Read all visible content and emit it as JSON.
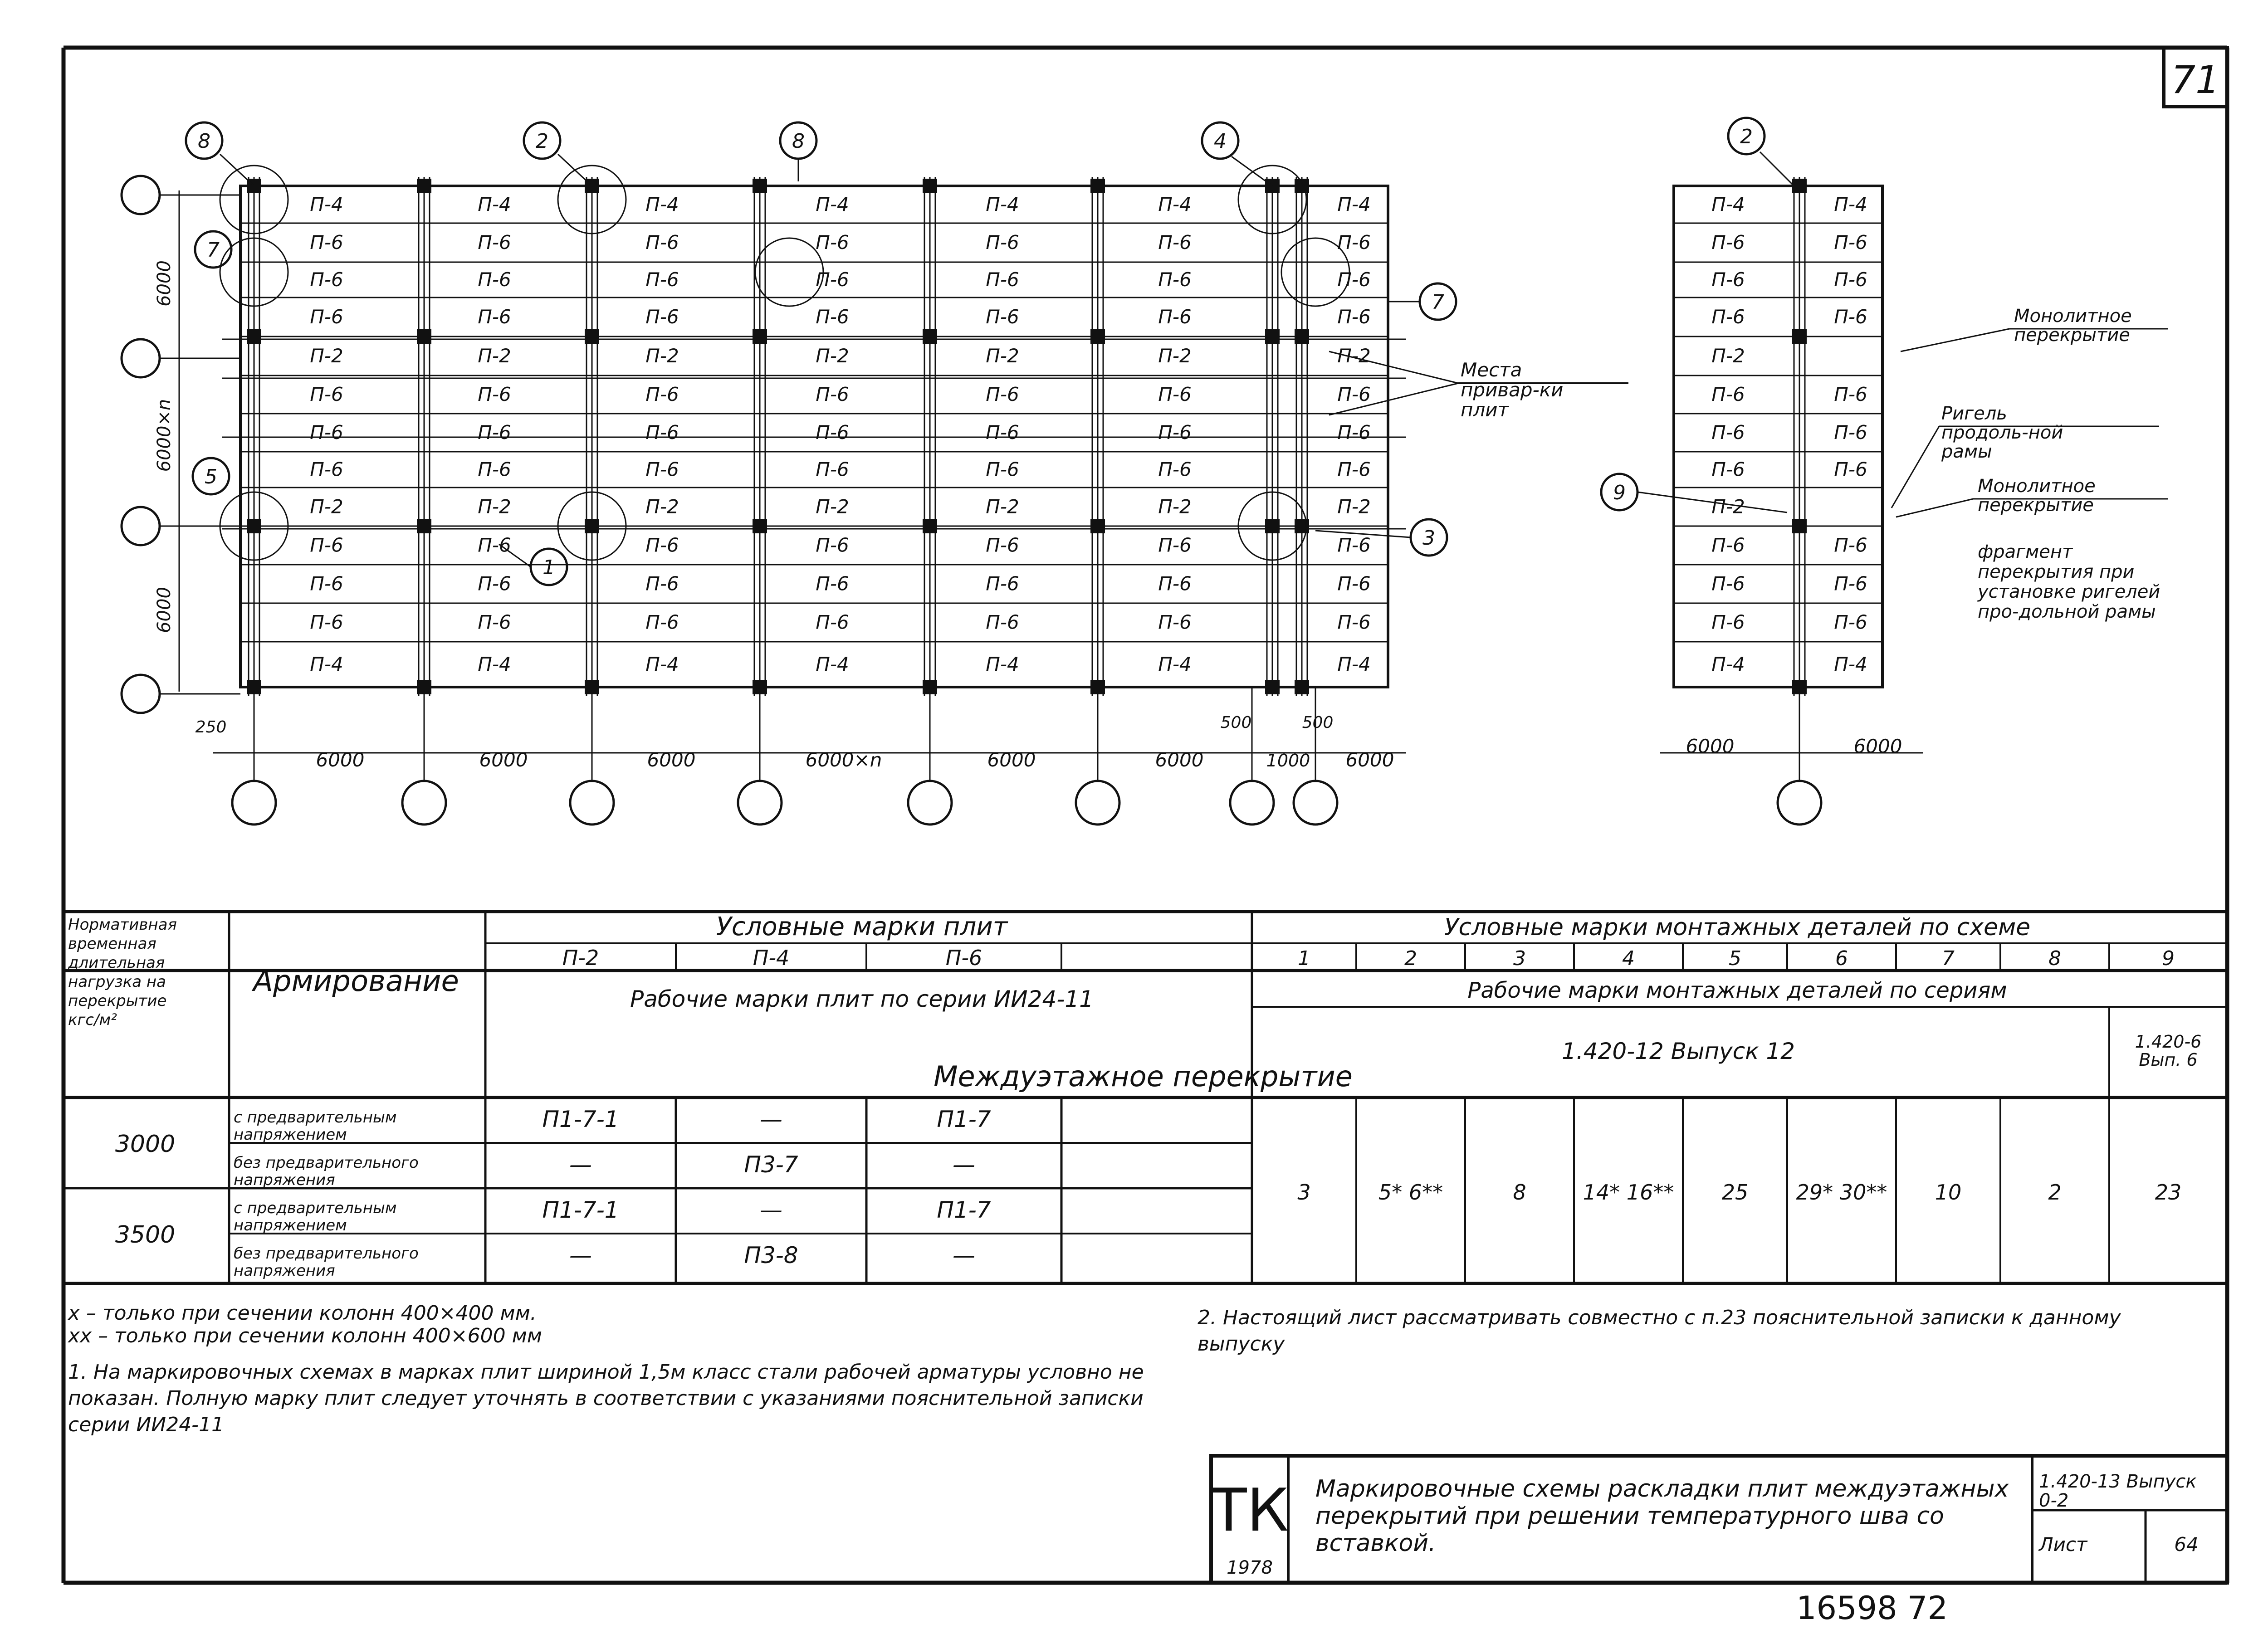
{
  "sheet": {
    "page_number": "71",
    "stamp_numbers": "16598   72",
    "monogram": "ТК",
    "year": "1978"
  },
  "plan": {
    "main_callouts": [
      "8",
      "2",
      "8",
      "4"
    ],
    "side_callouts": [
      "7",
      "7",
      "5",
      "1",
      "3",
      "9"
    ],
    "rows": [
      [
        "П-4",
        "П-4",
        "П-4",
        "П-4",
        "П-4",
        "П-4",
        "П-4"
      ],
      [
        "П-6",
        "П-6",
        "П-6",
        "П-6",
        "П-6",
        "П-6",
        "П-6"
      ],
      [
        "П-6",
        "П-6",
        "П-6",
        "П-6",
        "П-6",
        "П-6",
        "П-6"
      ],
      [
        "П-6",
        "П-6",
        "П-6",
        "П-6",
        "П-6",
        "П-6",
        "П-6"
      ],
      [
        "П-2",
        "П-2",
        "П-2",
        "П-2",
        "П-2",
        "П-2",
        "П-2"
      ],
      [
        "П-6",
        "П-6",
        "П-6",
        "П-6",
        "П-6",
        "П-6",
        "П-6"
      ],
      [
        "П-6",
        "П-6",
        "П-6",
        "П-6",
        "П-6",
        "П-6",
        "П-6"
      ],
      [
        "П-6",
        "П-6",
        "П-6",
        "П-6",
        "П-6",
        "П-6",
        "П-6"
      ],
      [
        "П-2",
        "П-2",
        "П-2",
        "П-2",
        "П-2",
        "П-2",
        "П-2"
      ],
      [
        "П-6",
        "П-6",
        "П-6",
        "П-6",
        "П-6",
        "П-6",
        "П-6"
      ],
      [
        "П-6",
        "П-6",
        "П-6",
        "П-6",
        "П-6",
        "П-6",
        "П-6"
      ],
      [
        "П-6",
        "П-6",
        "П-6",
        "П-6",
        "П-6",
        "П-6",
        "П-6"
      ],
      [
        "П-4",
        "П-4",
        "П-4",
        "П-4",
        "П-4",
        "П-4",
        "П-4"
      ]
    ],
    "bottom_dims": [
      "6000",
      "6000",
      "6000",
      "6000×n",
      "6000",
      "6000",
      "6000",
      "6000"
    ],
    "small_dims": [
      "500",
      "500",
      "1000"
    ],
    "offset_dim": "250",
    "left_dims": [
      "6000",
      "6000×n",
      "6000"
    ],
    "welding_label": "Места привар-ки плит"
  },
  "fragment": {
    "callout_top": "2",
    "rows": [
      [
        "П-4",
        "П-4"
      ],
      [
        "П-6",
        "П-6"
      ],
      [
        "П-6",
        "П-6"
      ],
      [
        "П-6",
        "П-6"
      ],
      [
        "П-2",
        ""
      ],
      [
        "П-6",
        "П-6"
      ],
      [
        "П-6",
        "П-6"
      ],
      [
        "П-6",
        "П-6"
      ],
      [
        "П-2",
        ""
      ],
      [
        "П-6",
        "П-6"
      ],
      [
        "П-6",
        "П-6"
      ],
      [
        "П-6",
        "П-6"
      ],
      [
        "П-4",
        "П-4"
      ]
    ],
    "dims": [
      "6000",
      "6000"
    ],
    "label_monolithic_1": "Монолитное перекрытие",
    "label_girder": "Ригель продоль-ной рамы",
    "label_monolithic_2": "Монолитное перекрытие",
    "label_fragment": "фрагмент перекрытия при установке ригелей про-дольной рамы"
  },
  "table": {
    "head_load": "Нормативная временная длительная нагрузка на перекрытие кгс/м²",
    "head_reinf": "Армирование",
    "head_slab_marks": "Условные марки плит",
    "slab_types": [
      "П-2",
      "П-4",
      "П-6"
    ],
    "head_working_marks": "Рабочие марки плит по серии ИИ24-11",
    "head_detail_marks": "Условные марки монтажных деталей по схеме",
    "detail_numbers": [
      "1",
      "2",
      "3",
      "4",
      "5",
      "6",
      "7",
      "8",
      "9"
    ],
    "head_detail_working": "Рабочие марки монтажных деталей по сериям",
    "series_main": "1.420-12   Выпуск 12",
    "series_side": "1.420-6 Вып. 6",
    "section_title": "Междуэтажное перекрытие",
    "rows": [
      {
        "load": "3000",
        "reinf": "с предварительным напряжением",
        "p2": "П1-7-1",
        "p4": "—",
        "p6": "П1-7"
      },
      {
        "load": "",
        "reinf": "без предварительного напряжения",
        "p2": "—",
        "p4": "П3-7",
        "p6": "—"
      },
      {
        "load": "3500",
        "reinf": "с предварительным напряжением",
        "p2": "П1-7-1",
        "p4": "—",
        "p6": "П1-7"
      },
      {
        "load": "",
        "reinf": "без предварительного напряжения",
        "p2": "—",
        "p4": "П3-8",
        "p6": "—"
      }
    ],
    "details": [
      "3",
      "5* 6**",
      "8",
      "14* 16**",
      "25",
      "29* 30**",
      "10",
      "2",
      "23"
    ]
  },
  "notes": {
    "note_x": "x – только при сечении колонн 400×400 мм.",
    "note_xx": "xx – только при сечении колонн 400×600 мм",
    "note_1": "1. На маркировочных схемах в марках плит шириной 1,5м класс стали рабочей арматуры условно не показан. Полную марку плит следует уточнять в соответствии с указаниями пояснительной записки серии ИИ24-11",
    "note_2": "2. Настоящий лист рассматривать совместно с п.23 пояснительной записки к данному выпуску"
  },
  "title_block": {
    "title": "Маркировочные схемы раскладки плит междуэтажных перекрытий при решении температурного шва со вставкой.",
    "series": "1.420-13 Выпуск 0-2",
    "sheet_label": "Лист",
    "sheet_number": "64"
  }
}
